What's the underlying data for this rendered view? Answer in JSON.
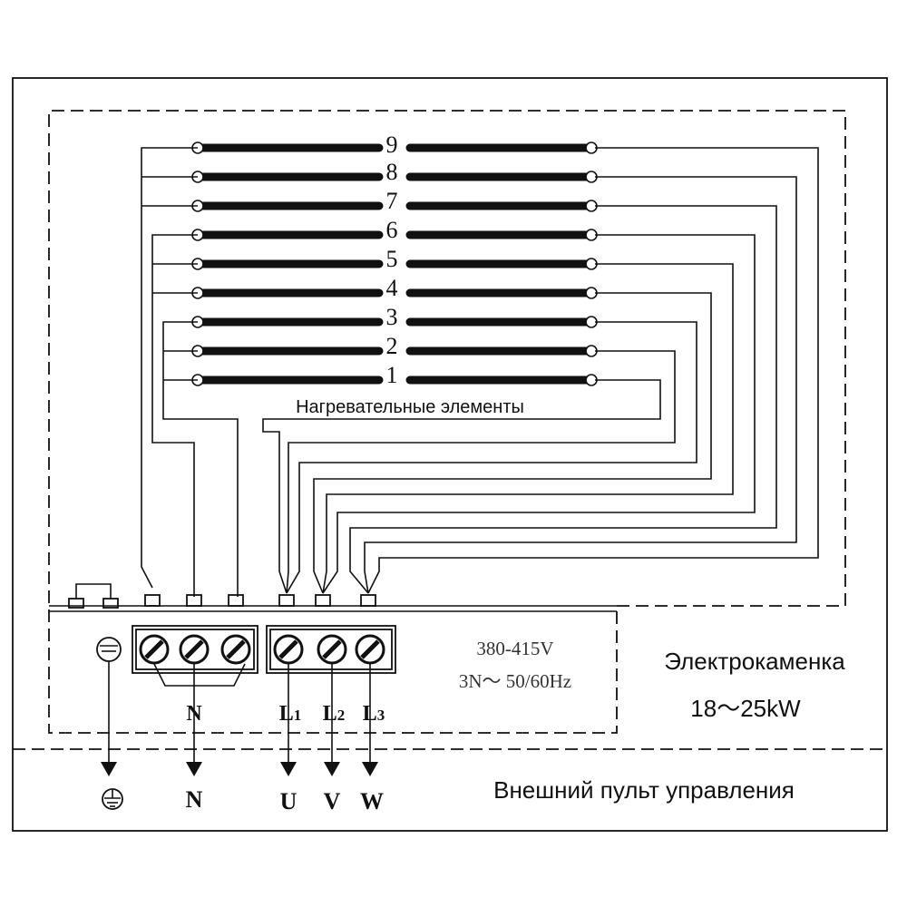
{
  "heating_elements": {
    "caption": "Нагревательные элементы",
    "numbers": [
      "9",
      "8",
      "7",
      "6",
      "5",
      "4",
      "3",
      "2",
      "1"
    ]
  },
  "terminals": {
    "neutral_group_label": "N",
    "phase_labels": [
      {
        "main": "L",
        "sub": "1"
      },
      {
        "main": "L",
        "sub": "2"
      },
      {
        "main": "L",
        "sub": "3"
      }
    ],
    "rating_voltage": "380-415V",
    "rating_supply": "3N～ 50/60Hz"
  },
  "heater": {
    "name": "Электрокаменка",
    "power": "18～25kW"
  },
  "external": {
    "panel_name": "Внешний пульт управления",
    "outputs": [
      "N",
      "U",
      "V",
      "W"
    ]
  },
  "icons": {
    "ground": "ground-icon"
  }
}
